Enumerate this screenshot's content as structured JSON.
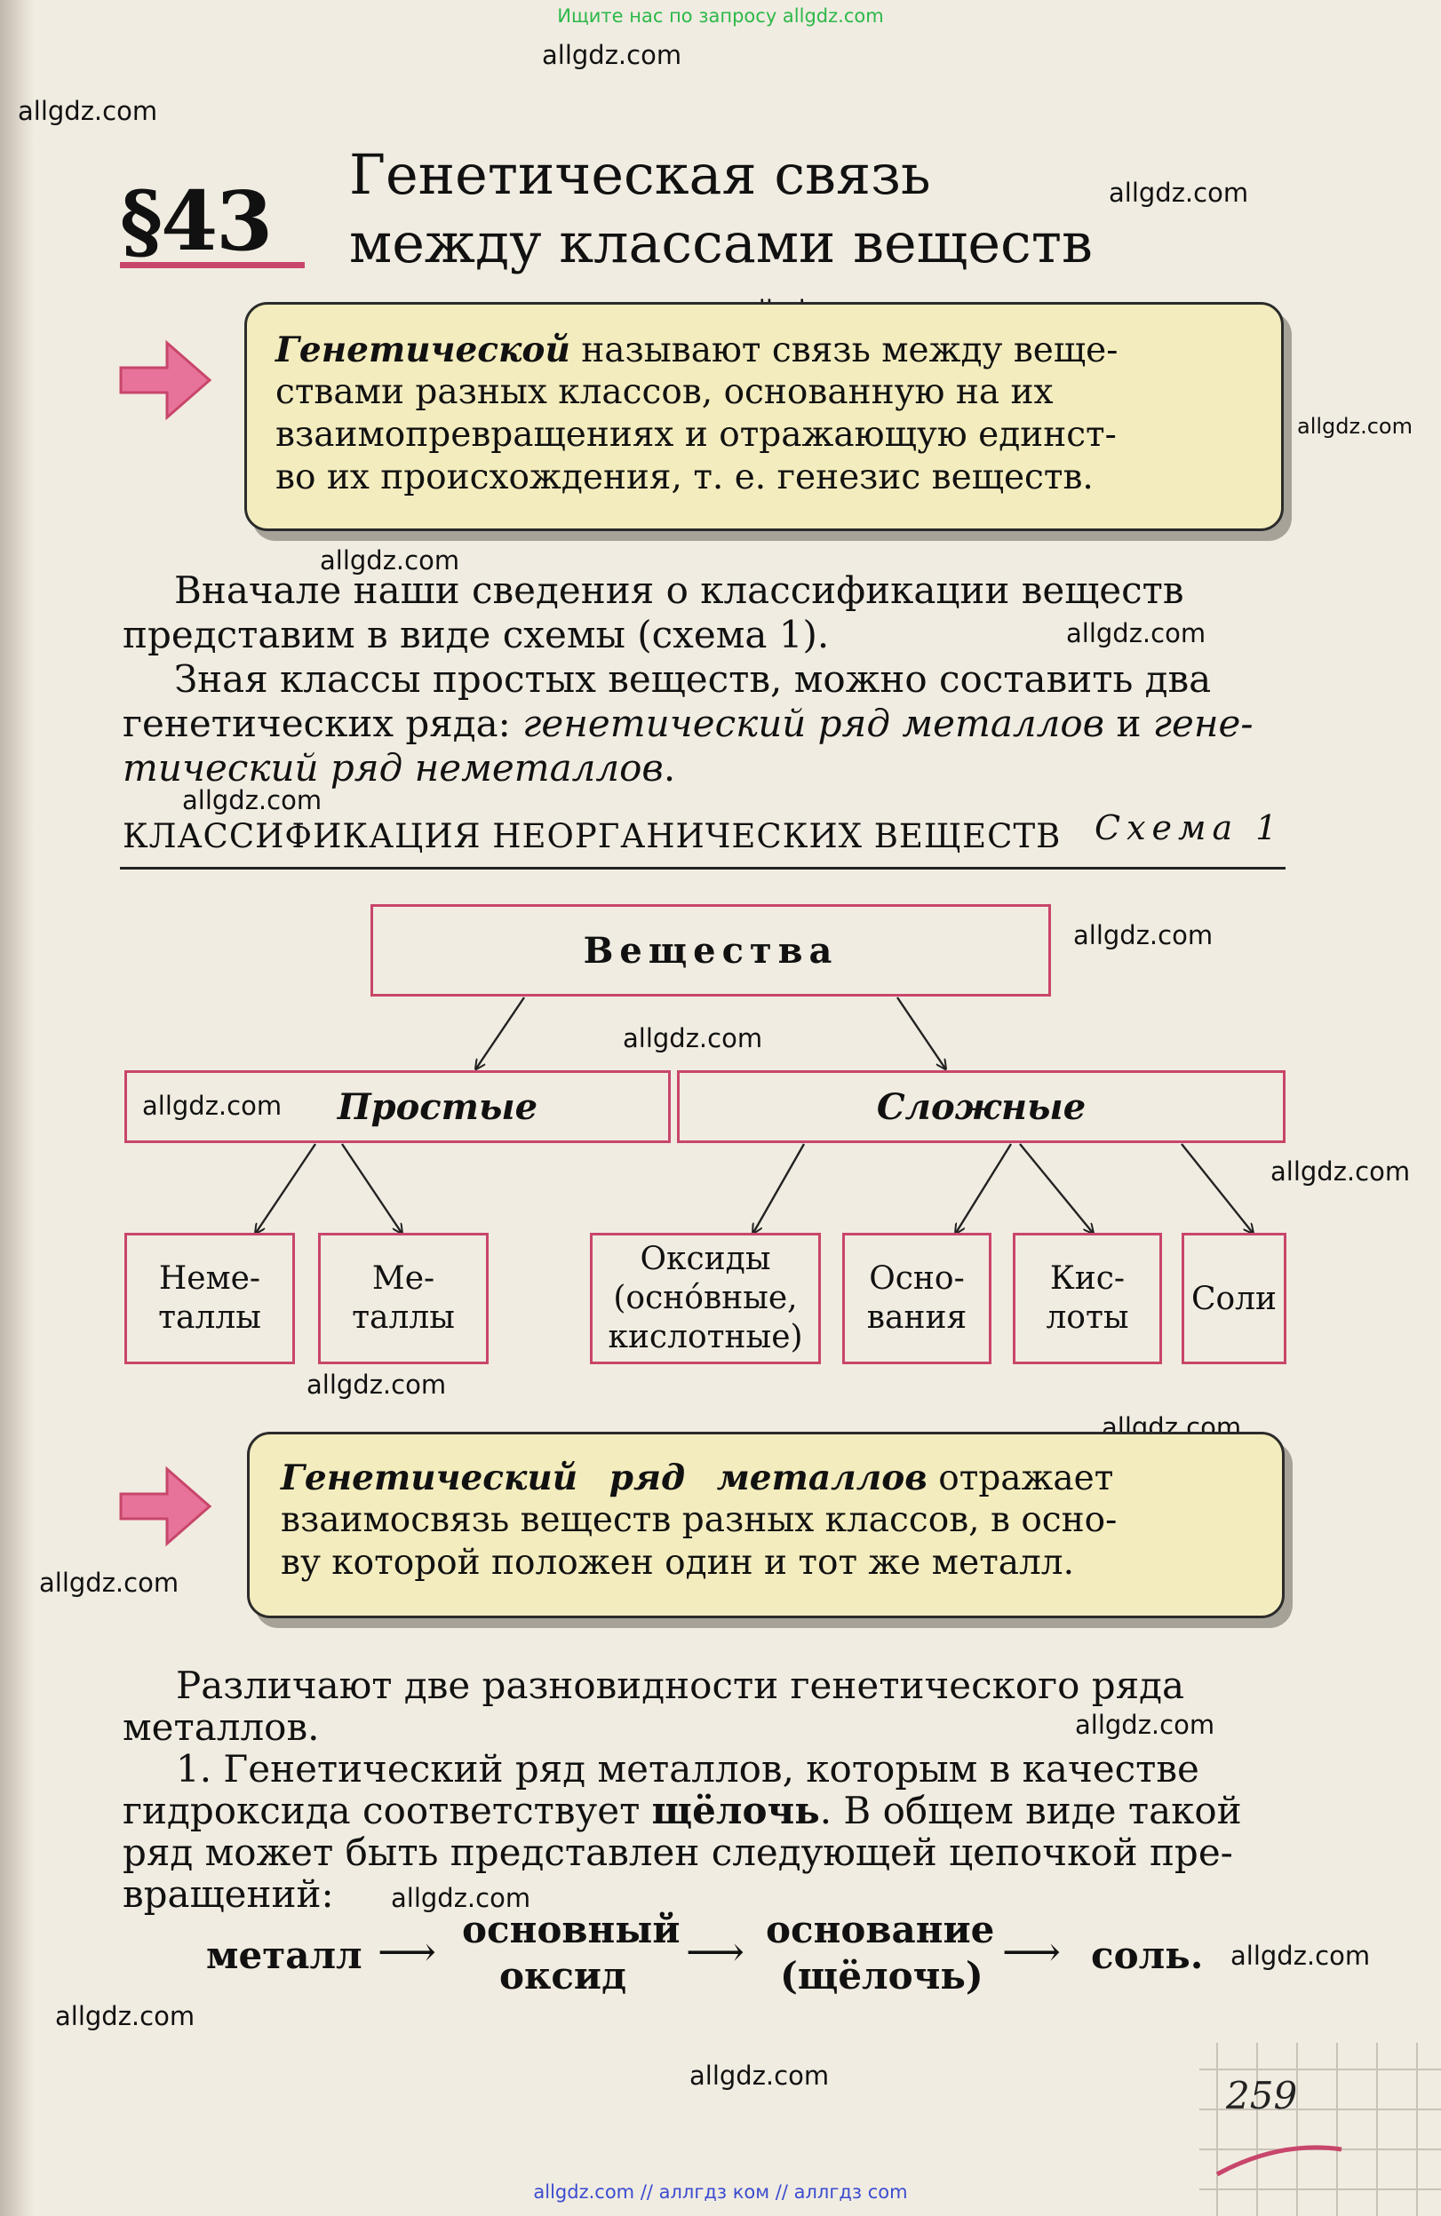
{
  "watermarks": {
    "top_banner": "Ищите нас по запросу allgdz.com",
    "bottom_banner": "allgdz.com // аллгдз ком // аллгдз com",
    "site": "allgdz.com"
  },
  "section": {
    "number": "§43",
    "title_line1": "Генетическая связь",
    "title_line2": "между классами веществ"
  },
  "definition1": {
    "term": "Генетической",
    "line1_rest": " называют связь между веще-",
    "line2": "ствами разных классов, основанную на их",
    "line3": "взаимопревращениях и отражающую единст-",
    "line4": "во их происхождения, т. е. генезис веществ."
  },
  "intro": {
    "line1": "Вначале наши сведения о классификации веществ",
    "line2": "представим в виде схемы (схема 1).",
    "line3": "Зная классы простых веществ, можно составить два",
    "line4_plain": "генетических ряда: ",
    "line4_italic": "генетический ряд металлов",
    "line4_and": " и ",
    "line4_italic2": "гене-",
    "line5_italic": "тический ряд неметаллов",
    "line5_end": "."
  },
  "scheme": {
    "heading": "КЛАССИФИКАЦИЯ НЕОРГАНИЧЕСКИХ ВЕЩЕСТВ",
    "label": "Схема 1",
    "root": "Вещества",
    "simple": "Простые",
    "complex": "Сложные",
    "nonmetals": [
      "Неме-",
      "таллы"
    ],
    "metals": [
      "Ме-",
      "таллы"
    ],
    "oxides": [
      "Оксиды",
      "(оснóвные,",
      "кислотные)"
    ],
    "bases": [
      "Осно-",
      "вания"
    ],
    "acids": [
      "Кис-",
      "лоты"
    ],
    "salts": "Соли"
  },
  "definition2": {
    "term": "Генетический ряд металлов",
    "line1_rest": " отражает",
    "line2": "взаимосвязь веществ разных классов, в осно-",
    "line3": "ву которой положен один и тот же металл."
  },
  "body": {
    "line1": "Различают две разновидности генетического ряда",
    "line2": "металлов.",
    "line3": "1. Генетический ряд металлов, которым в качестве",
    "line4_plain": "гидроксида соответствует ",
    "line4_bold": "щёлочь",
    "line4_end": ". В общем виде такой",
    "line5": "ряд может быть представлен следующей цепочкой пре-",
    "line6": "вращений:"
  },
  "chain": {
    "metal": "металл",
    "oxide_top": "основный",
    "oxide_bottom": "оксид",
    "base_top": "основание",
    "base_bottom": "(щёлочь)",
    "salt": "соль.",
    "arrow": "⟶"
  },
  "page_number": "259",
  "colors": {
    "accent": "#c8466b",
    "box_fill": "#f3ecbe",
    "page_bg": "#f1ece1",
    "top_banner": "#2db84a",
    "bottom_banner": "#3b4ccf"
  }
}
